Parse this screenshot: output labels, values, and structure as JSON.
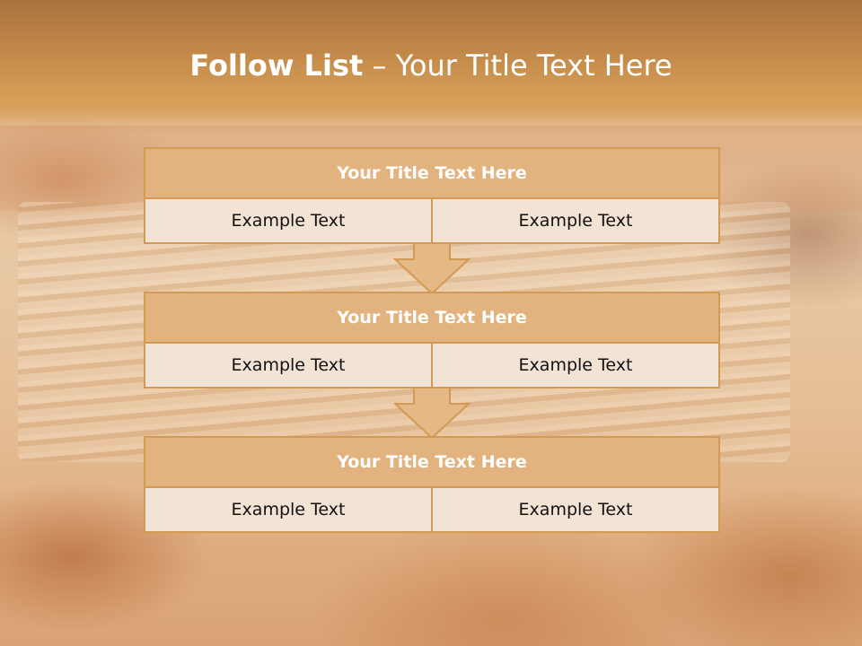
{
  "slide": {
    "title_bold": "Follow List",
    "title_rest": " – Your Title Text Here"
  },
  "blocks": [
    {
      "title": "Your Title Text Here",
      "left": "Example Text",
      "right": "Example Text"
    },
    {
      "title": "Your Title Text Here",
      "left": "Example Text",
      "right": "Example Text"
    },
    {
      "title": "Your Title Text Here",
      "left": "Example Text",
      "right": "Example Text"
    }
  ],
  "colors": {
    "title_fill": "#e2b37f",
    "cell_fill": "#f2e3d4",
    "border": "#d39a56",
    "arrow_fill": "#e4b986"
  }
}
